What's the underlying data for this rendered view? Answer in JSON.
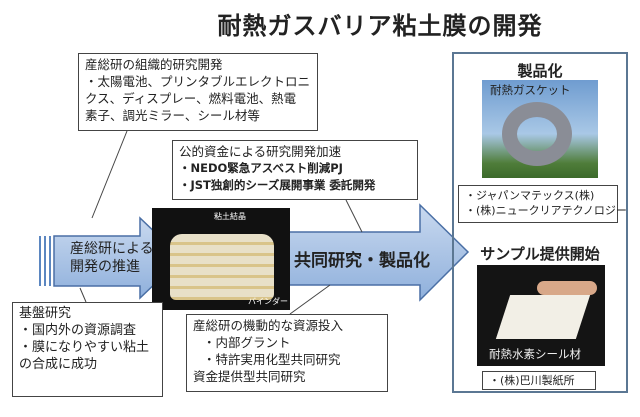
{
  "title": "耐熱ガスバリア粘土膜の開発",
  "box_org": {
    "heading": "産総研の組織的研究開発",
    "lines": [
      "・太陽電池、プリンタブルエレクトロニ",
      "クス、ディスプレー、燃料電池、熱電",
      "素子、調光ミラー、シール材等"
    ]
  },
  "box_public": {
    "heading": "公的資金による研究開発加速",
    "lines": [
      "・NEDO緊急アスベスト削減PJ",
      "・JST独創的シーズ展開事業 委託開発"
    ]
  },
  "arrow_left": {
    "lines": [
      "産総研による",
      "開発の推進"
    ]
  },
  "arrow_main": {
    "label": "共同研究・製品化"
  },
  "photo_clay": {
    "label_top": "粘土結晶",
    "label_bottom": "バインダー"
  },
  "box_basic": {
    "heading": "基盤研究",
    "lines": [
      "・国内外の資源調査",
      "・膜になりやすい粘土",
      "の合成に成功"
    ]
  },
  "box_resource": {
    "heading": "産総研の機動的な資源投入",
    "lines": [
      "・内部グラント",
      "・特許実用化型共同研究",
      "資金提供型共同研究"
    ]
  },
  "panel": {
    "product_heading": "製品化",
    "gasket_label": "耐熱ガスケット",
    "product_companies": [
      "・ジャパンマテックス(株)",
      "・(株)ニュークリアテクノロジー"
    ],
    "sample_heading": "サンプル提供開始",
    "seal_label": "耐熱水素シール材",
    "sample_companies": [
      "・(株)巴川製紙所"
    ]
  }
}
